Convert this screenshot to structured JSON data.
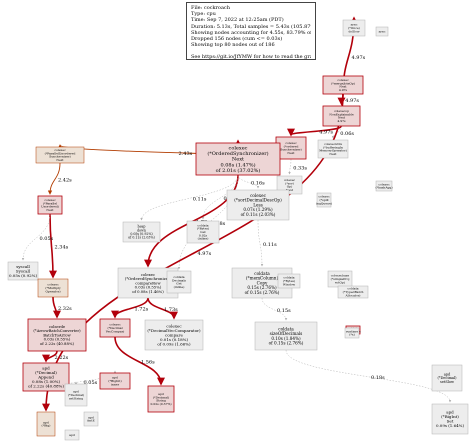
{
  "legend": {
    "file": "File: cockroach",
    "type": "Type: cpu",
    "time": "Time: Sep 7, 2022 at 12:25am (PDT)",
    "duration": "Duration: 5.13s, Total samples = 5.43s (105.87%)",
    "nodes_shown": "Showing nodes accounting for 4.55s, 83.79% of 5.43s total",
    "dropped": "Dropped 156 nodes (cum <= 0.03s)",
    "top_nodes": "Showing top 80 nodes out of 186",
    "help": "See https://git.io/JfYMW for how to read the graph"
  },
  "colors": {
    "hot_fill": "#edd5d5",
    "hot_border": "#b2000b",
    "warm_fill": "#ede1d5",
    "cold_fill": "#ededed",
    "cold_border": "#b2b2b2",
    "hot_edge": "#b2000b",
    "warm_edge": "#b23c00",
    "cold_edge": "#b2b2b2"
  },
  "nodes": {
    "n_top": {
      "lines": [
        "sync",
        "(*Once)",
        "doSlow"
      ],
      "tone": "cold"
    },
    "n_top2": {
      "lines": [
        "sync"
      ],
      "tone": "cold"
    },
    "n_root": {
      "lines": [
        "colexec",
        "(*mergeJoinOp)",
        "Next",
        "4.97s"
      ],
      "tone": "hot"
    },
    "n_r2": {
      "lines": [
        "colexecop",
        "NonExplainable",
        "Next",
        "4.97s"
      ],
      "tone": "hot"
    },
    "n_r3": {
      "lines": [
        "colexec",
        "(*ordered",
        "Synchronizer)",
        "Next"
      ],
      "tone": "hot"
    },
    "n_r3b": {
      "lines": [
        "colexecutils",
        "(*bufferingIn",
        "MemoryOperator)",
        "Next"
      ],
      "tone": "cold"
    },
    "n_small_r": {
      "lines": [
        "colexec",
        "(*hashAgg)"
      ],
      "tone": "cold"
    },
    "n_left_a": {
      "lines": [
        "colexec",
        "(*ParallelUnordered",
        "Synchronizer)",
        "Next"
      ],
      "tone": "warm"
    },
    "n_main": {
      "lines": [
        "colexec",
        "(*OrderedSynchronizer)",
        "Next",
        "0.08s (1.47%)",
        "of 2.01s (37.02%)"
      ],
      "tone": "hot"
    },
    "n_mid_r": {
      "lines": [
        "colexec",
        "(*sort",
        "Op)",
        "Next"
      ],
      "tone": "cold"
    },
    "n_mid_r2": {
      "lines": [
        "colexec",
        "(*spill",
        "ingQueue)"
      ],
      "tone": "cold"
    },
    "n_heap": {
      "lines": [
        "heap",
        "down",
        "0.05s (0.92%)",
        "of 0.11s (2.03%)"
      ],
      "tone": "cold"
    },
    "n_bytes": {
      "lines": [
        "coldata",
        "(*Bytes)",
        "Get",
        "0.02s",
        "(inline)"
      ],
      "tone": "cold"
    },
    "n_less": {
      "lines": [
        "colexec",
        "(*sortDecimalDescOp)",
        "Less",
        "0.07s (1.29%)",
        "of 0.11s (2.03%)"
      ],
      "tone": "cold"
    },
    "n_left_b": {
      "lines": [
        "colexec",
        "(*Parallel",
        "Unordered)",
        "Next"
      ],
      "tone": "hot"
    },
    "n_syscall": {
      "lines": [
        "syscall",
        "Syscall",
        "0.05s (0.92%)"
      ],
      "tone": "cold"
    },
    "n_left_c": {
      "lines": [
        "colexec",
        "(*Multiply",
        "Operator)"
      ],
      "tone": "warm"
    },
    "n_comp": {
      "lines": [
        "colexec",
        "(*OrderedSynchronizer)",
        "compareRow",
        "0.03s (0.55%)",
        "of 0.08s (1.46%)"
      ],
      "tone": "cold"
    },
    "n_dec_get": {
      "lines": [
        "coldata",
        "Decimals",
        "Get",
        "(inline)"
      ],
      "tone": "cold"
    },
    "n_copy": {
      "lines": [
        "coldata",
        "(*memColumn)",
        "Copy",
        "0.15s (2.76%)",
        "of 0.15s (2.76%)"
      ],
      "tone": "cold"
    },
    "n_small_c": {
      "lines": [
        "coldata",
        "(*Bytes)",
        "Window"
      ],
      "tone": "cold"
    },
    "n_small_d": {
      "lines": [
        "colexecbase",
        "(*simpleProj",
        "ectOp)"
      ],
      "tone": "cold"
    },
    "n_small_e": {
      "lines": [
        "coldata",
        "(*TypedBatch",
        "Allocator)"
      ],
      "tone": "cold"
    },
    "n_tiny_r": {
      "lines": [
        "coldata",
        "BatchSize"
      ],
      "tone": "hot"
    },
    "n_conv": {
      "lines": [
        "colserde",
        "(*ArrowBatchConverter)",
        "BatchToArrow",
        "0.03s (0.55%)",
        "of 2.22s (40.88%)"
      ],
      "tone": "hot"
    },
    "n_dec_comp": {
      "lines": [
        "colexec",
        "(*DecimalVecComparator)",
        "compare",
        "0.01s (0.18%)",
        "of 0.09s (1.66%)"
      ],
      "tone": "cold"
    },
    "n_deccomp2": {
      "lines": [
        "colexec",
        "(*Decimal",
        "VecCompar)"
      ],
      "tone": "hot"
    },
    "n_sized": {
      "lines": [
        "coldata",
        "sizeOfDecimals",
        "0.10s (1.84%)",
        "of 0.15s (2.76%)"
      ],
      "tone": "cold"
    },
    "n_append": {
      "lines": [
        "apd",
        "(*Decimal)",
        "Append",
        "0.08s (1.00%)",
        "of 2.22s (40.88%)"
      ],
      "tone": "hot"
    },
    "n_bigint": {
      "lines": [
        "apd",
        "(*BigInt)",
        "inner"
      ],
      "tone": "hot"
    },
    "n_setstr": {
      "lines": [
        "apd",
        "(*Decimal)",
        "setString"
      ],
      "tone": "cold"
    },
    "n_string": {
      "lines": [
        "apd",
        "(*Decimal)",
        "String",
        "0.02s (0.37%)"
      ],
      "tone": "hot"
    },
    "n_fmt": {
      "lines": [
        "apd",
        "fmtE"
      ],
      "tone": "cold"
    },
    "n_bigset": {
      "lines": [
        "apd",
        "(*BigInt)",
        "Set",
        "0.09s (1.64%)"
      ],
      "tone": "cold"
    },
    "n_small_s": {
      "lines": [
        "apd",
        "(*Decimal)",
        "setSlow"
      ],
      "tone": "cold"
    },
    "n_bot": {
      "lines": [
        "apd",
        "(*Big)"
      ],
      "tone": "warm"
    },
    "n_bot2": {
      "lines": [
        "apd"
      ],
      "tone": "cold"
    },
    "n_far_r": {
      "lines": [
        "runtime",
        "(*x)"
      ],
      "tone": "cold"
    }
  },
  "edges": [
    {
      "from": "n_root",
      "to": "n_top",
      "label": "4.97s",
      "tone": "hot"
    },
    {
      "from": "n_root",
      "to": "n_r2",
      "label": "4.97s",
      "tone": "hot"
    },
    {
      "from": "n_r2",
      "to": "n_r3",
      "label": "4.97s",
      "tone": "hot"
    },
    {
      "from": "n_r2",
      "to": "n_r3b",
      "label": "0.06s",
      "tone": "cold"
    },
    {
      "from": "n_r3",
      "to": "n_left_a",
      "label": "2.43s",
      "tone": "warm"
    },
    {
      "from": "n_r3",
      "to": "n_main",
      "label": "2.01s",
      "tone": "hot"
    },
    {
      "from": "n_r3",
      "to": "n_mid_r",
      "label": "0.33s",
      "tone": "cold"
    },
    {
      "from": "n_main",
      "to": "n_heap",
      "label": "0.11s",
      "tone": "cold"
    },
    {
      "from": "n_main",
      "to": "n_bytes",
      "label": "0.02s",
      "tone": "cold"
    },
    {
      "from": "n_main",
      "to": "n_less",
      "label": "0.16s",
      "tone": "cold"
    },
    {
      "from": "n_left_a",
      "to": "n_left_b",
      "label": "2.42s",
      "tone": "warm"
    },
    {
      "from": "n_left_b",
      "to": "n_left_c",
      "label": "2.34s",
      "tone": "hot"
    },
    {
      "from": "n_left_b",
      "to": "n_syscall",
      "label": "0.05s",
      "tone": "cold"
    },
    {
      "from": "n_main",
      "to": "n_comp",
      "label": "1.78s",
      "tone": "hot"
    },
    {
      "from": "n_main",
      "to": "n_dec_get",
      "label": "0.08s",
      "tone": "cold"
    },
    {
      "from": "n_less",
      "to": "n_copy",
      "label": "0.11s",
      "tone": "cold"
    },
    {
      "from": "n_left_c",
      "to": "n_conv",
      "label": "2.32s",
      "tone": "hot"
    },
    {
      "from": "n_comp",
      "to": "n_dec_comp",
      "label": "1.73s",
      "tone": "hot"
    },
    {
      "from": "n_comp",
      "to": "n_deccomp2",
      "label": "1.72s",
      "tone": "hot"
    },
    {
      "from": "n_copy",
      "to": "n_sized",
      "label": "0.15s",
      "tone": "cold"
    },
    {
      "from": "n_conv",
      "to": "n_append",
      "label": "2.22s",
      "tone": "hot"
    },
    {
      "from": "n_append",
      "to": "n_bigint",
      "label": "0.05s",
      "tone": "cold"
    },
    {
      "from": "n_append",
      "to": "n_setstr",
      "label": "0.11s",
      "tone": "cold"
    },
    {
      "from": "n_deccomp2",
      "to": "n_string",
      "label": "1.56s",
      "tone": "hot"
    },
    {
      "from": "n_sized",
      "to": "n_bigset",
      "label": "0.18s",
      "tone": "cold"
    },
    {
      "from": "n_root",
      "to": "n_bot",
      "label": "4.97s",
      "tone": "hot"
    }
  ]
}
